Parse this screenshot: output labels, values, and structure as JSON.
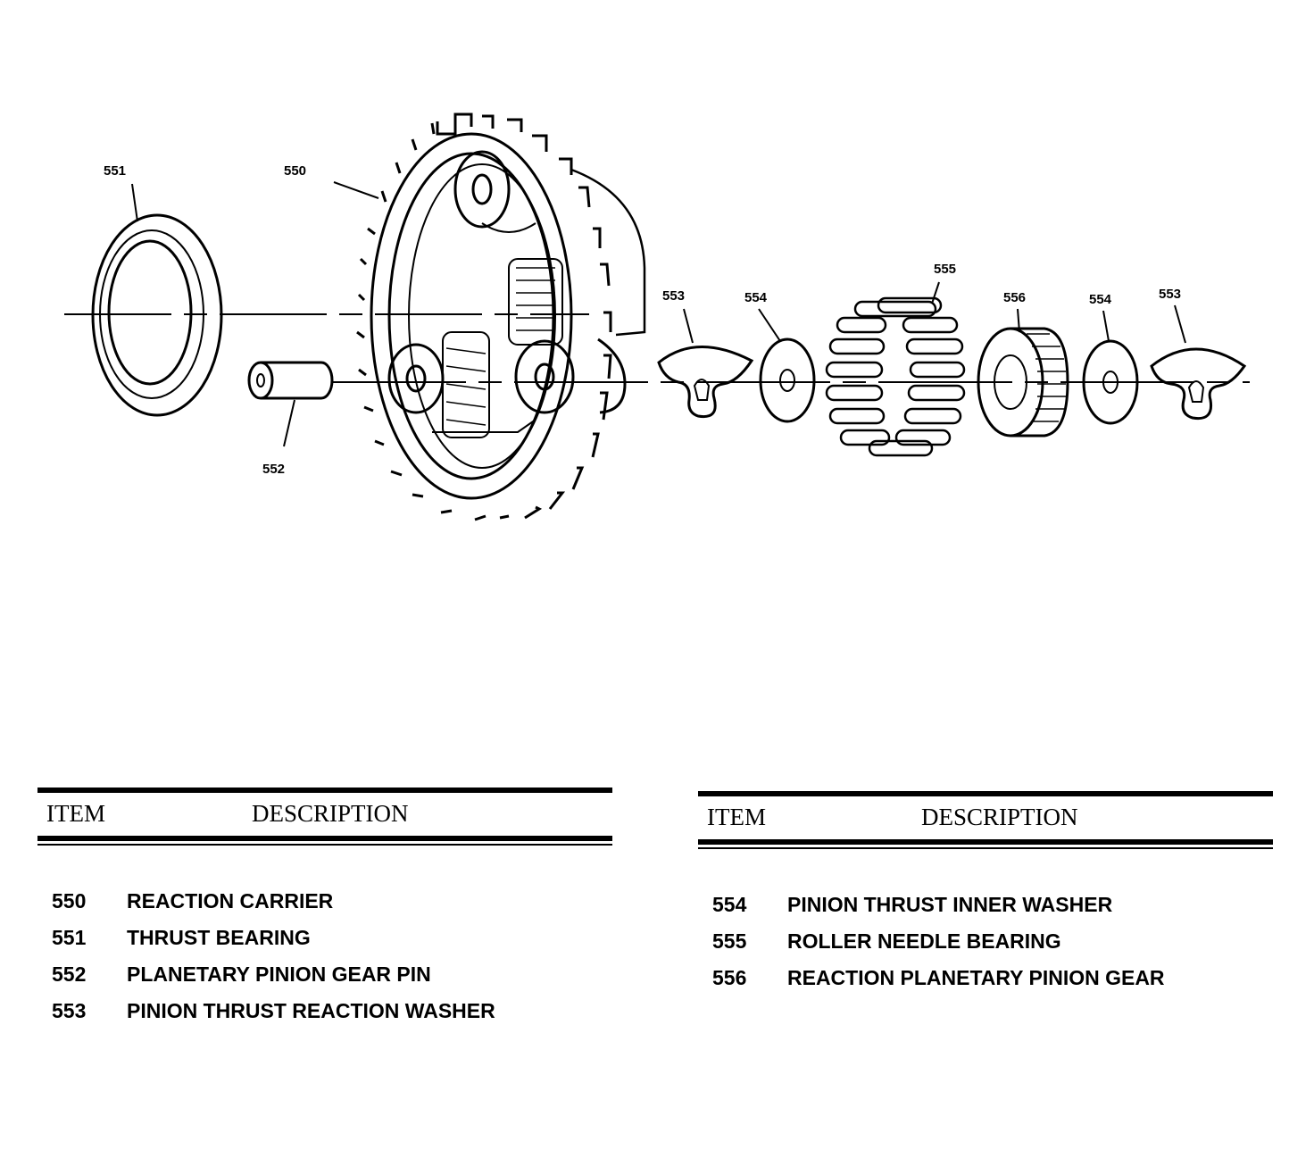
{
  "callouts": {
    "c551": "551",
    "c550": "550",
    "c552": "552",
    "c553a": "553",
    "c554a": "554",
    "c555": "555",
    "c556": "556",
    "c554b": "554",
    "c553b": "553"
  },
  "legend": {
    "header_item": "ITEM",
    "header_description": "DESCRIPTION",
    "left_rows": [
      {
        "item": "550",
        "description": "REACTION CARRIER"
      },
      {
        "item": "551",
        "description": "THRUST BEARING"
      },
      {
        "item": "552",
        "description": "PLANETARY PINION GEAR PIN"
      },
      {
        "item": "553",
        "description": "PINION THRUST REACTION WASHER"
      }
    ],
    "right_rows": [
      {
        "item": "554",
        "description": "PINION THRUST INNER WASHER"
      },
      {
        "item": "555",
        "description": "ROLLER NEEDLE BEARING"
      },
      {
        "item": "556",
        "description": "REACTION PLANETARY PINION GEAR"
      }
    ]
  }
}
